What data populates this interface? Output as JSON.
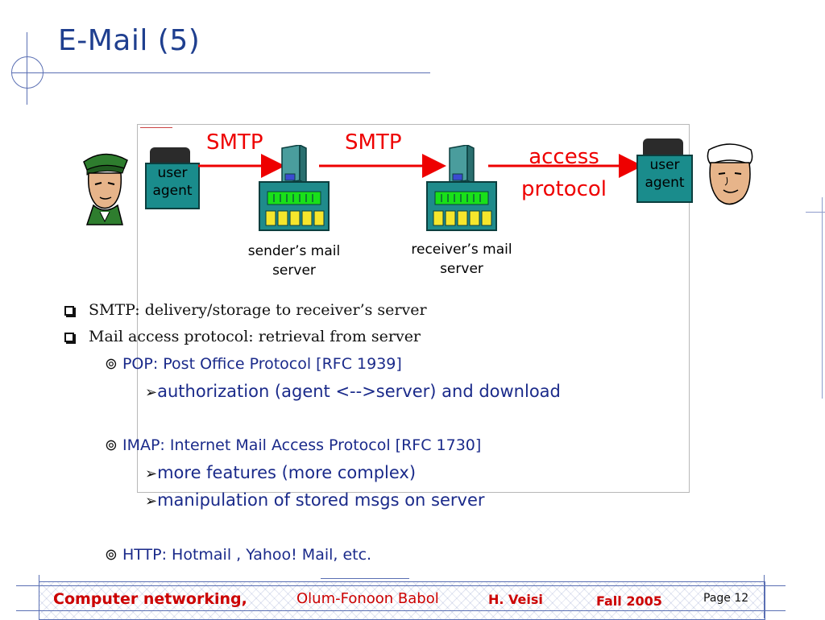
{
  "slide": {
    "title": "E-Mail (5)"
  },
  "diagram": {
    "user_agent_left": [
      "user",
      "agent"
    ],
    "user_agent_right": [
      "user",
      "agent"
    ],
    "smtp_label_1": "SMTP",
    "smtp_label_2": "SMTP",
    "access_protocol": [
      "access",
      "protocol"
    ],
    "sender_server_label": [
      "sender’s mail",
      "server"
    ],
    "receiver_server_label": [
      "receiver’s mail",
      "server"
    ]
  },
  "bullets": {
    "b1": "SMTP: delivery/storage to receiver’s server",
    "b2": "Mail access protocol: retrieval from server",
    "pop": "POP: Post Office Protocol [RFC 1939]",
    "pop_sub": "authorization (agent <-->server) and download",
    "imap": "IMAP: Internet Mail Access Protocol [RFC 1730]",
    "imap_sub1": "more features (more complex)",
    "imap_sub2": "manipulation of stored msgs on server",
    "http": "HTTP: Hotmail , Yahoo! Mail, etc."
  },
  "footer": {
    "course": "Computer networking,",
    "school": "Olum-Fonoon Babol",
    "author": "H. Veisi",
    "term": "Fall 2005",
    "page": "Page 12"
  },
  "colors": {
    "title": "#1f3f8f",
    "protocol_red": "#e00000",
    "teal": "#1a8c8c",
    "bullet_blue": "#1a2a8a",
    "footer_red": "#cc0000"
  }
}
